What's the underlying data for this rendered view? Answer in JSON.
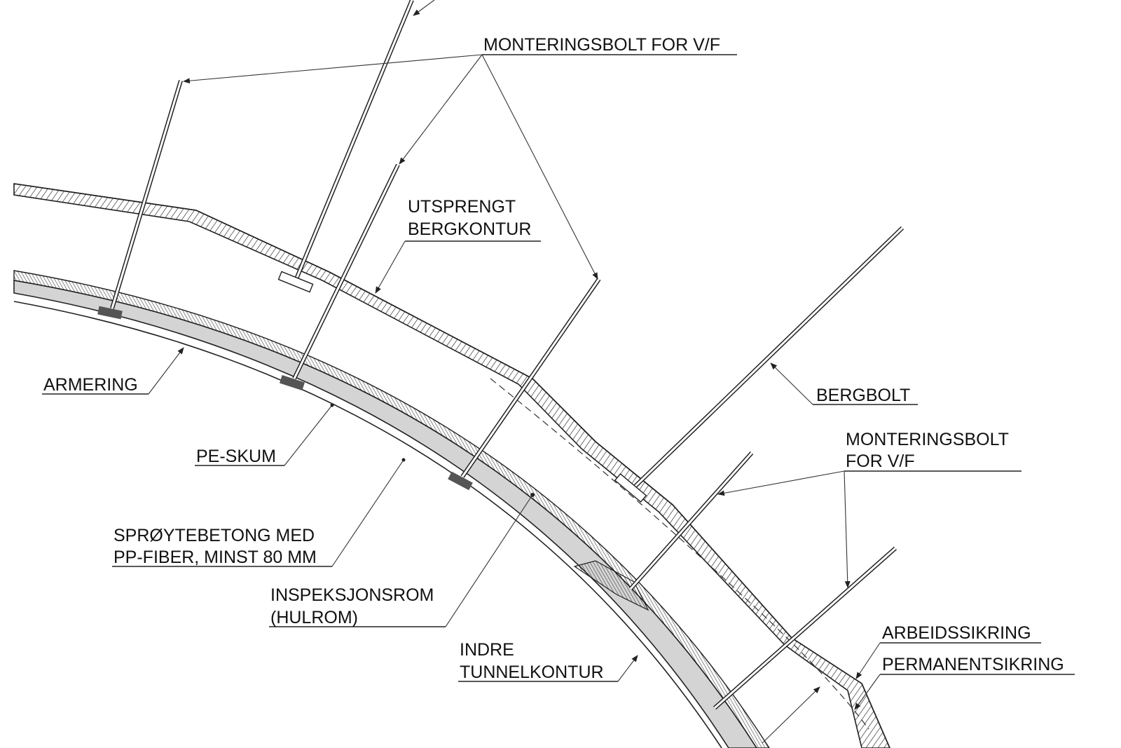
{
  "labels": {
    "monteringsbolt_top": "MONTERINGSBOLT FOR V/F",
    "utsprengt_1": "UTSPRENGT",
    "utsprengt_2": "BERGKONTUR",
    "armering": "ARMERING",
    "bergbolt": "BERGBOLT",
    "monteringsbolt_right_1": "MONTERINGSBOLT",
    "monteringsbolt_right_2": "FOR V/F",
    "pe_skum": "PE-SKUM",
    "sproytebetong_1": "SPRØYTEBETONG MED",
    "sproytebetong_2": "PP-FIBER, MINST 80 MM",
    "inspeksjonsrom_1": "INSPEKSJONSROM",
    "inspeksjonsrom_2": "(HULROM)",
    "indre_1": "INDRE",
    "indre_2": "TUNNELKONTUR",
    "arbeidssikring": "ARBEIDSSIKRING",
    "permanentsikring": "PERMANENTSIKRING"
  },
  "colors": {
    "line": "#222222",
    "concrete_fill": "#d4d4d4",
    "background": "#ffffff"
  }
}
